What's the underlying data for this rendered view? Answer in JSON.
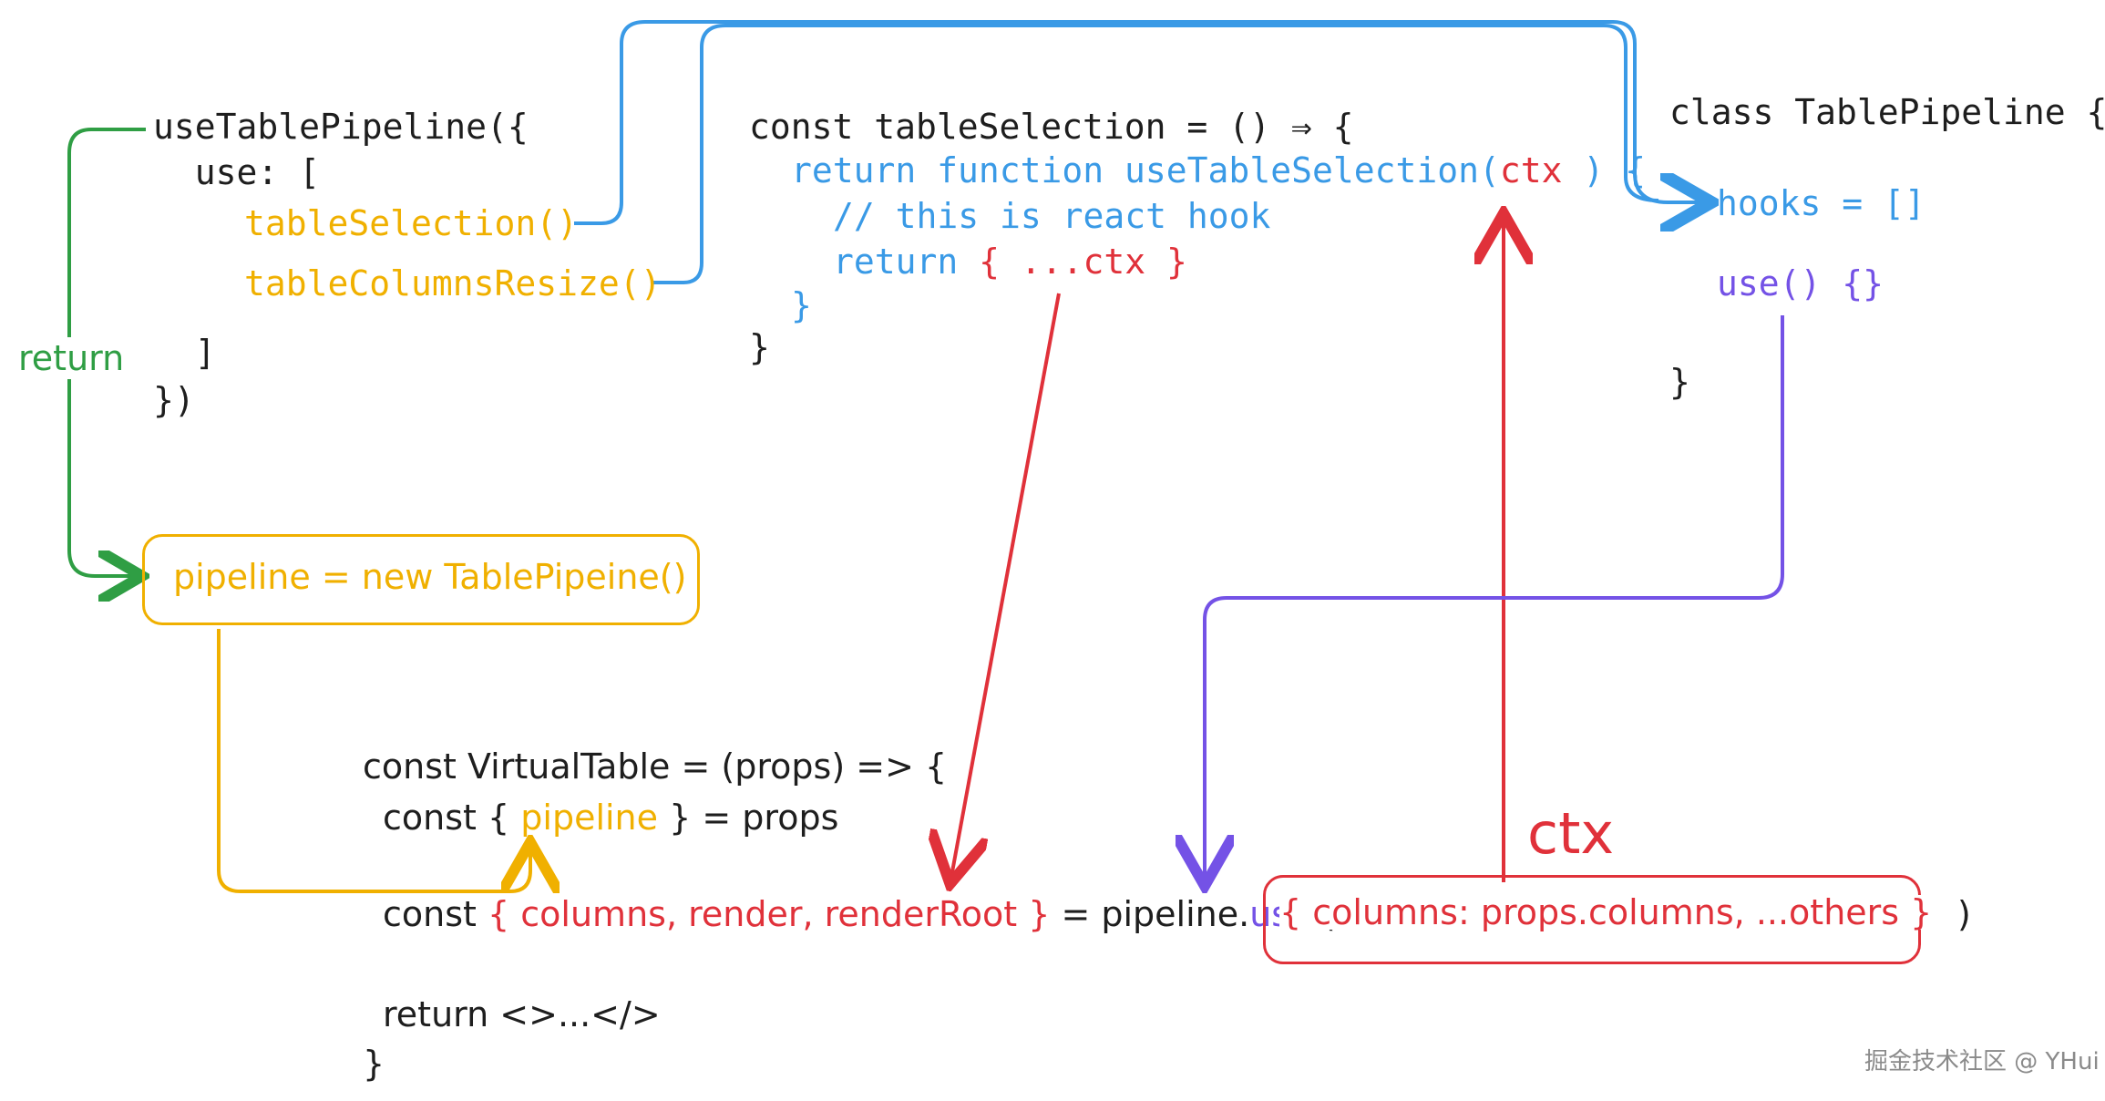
{
  "left_block": {
    "line1": "useTablePipeline({",
    "line2": "  use: [",
    "item1": "tableSelection()",
    "item2": "tableColumnsResize()",
    "line5": "  ]",
    "line6": "})"
  },
  "middle_block": {
    "line1": "const tableSelection = () ⇒ {",
    "line2_a": "return function useTableSelection(",
    "line2_ctx": "ctx",
    "line2_b": " ) {",
    "line3": "// this is react hook",
    "line4_a": "return ",
    "line4_b": "{ ...ctx }",
    "line5": "}",
    "line6": "}"
  },
  "right_block": {
    "line1": "class TablePipeline {",
    "hooks": "hooks = []",
    "use": "use() {}",
    "close": "}"
  },
  "green_label": "return",
  "pipeline_box": "pipeline = new TablePipeine()",
  "bottom_block": {
    "line1": "const VirtualTable = (props) => {",
    "line2_a": "const { ",
    "line2_b": "pipeline",
    "line2_c": " } = props",
    "line3_a": "const ",
    "line3_b": "{ columns, render, renderRoot }",
    "line3_c": " = pipeline.",
    "line3_d": "use",
    "line3_e": " (",
    "ctx_box": "{ columns: props.columns, ...others }",
    "line3_close": ")",
    "line4": "return <>...</>",
    "line5": "}"
  },
  "ctx_label": "ctx",
  "watermark": "掘金技术社区 @ YHui",
  "colors": {
    "black": "#1e1e1e",
    "blue": "#3a9ae6",
    "yellow": "#f0b000",
    "red": "#e0313a",
    "purple": "#7452e6",
    "green": "#2f9e44"
  }
}
